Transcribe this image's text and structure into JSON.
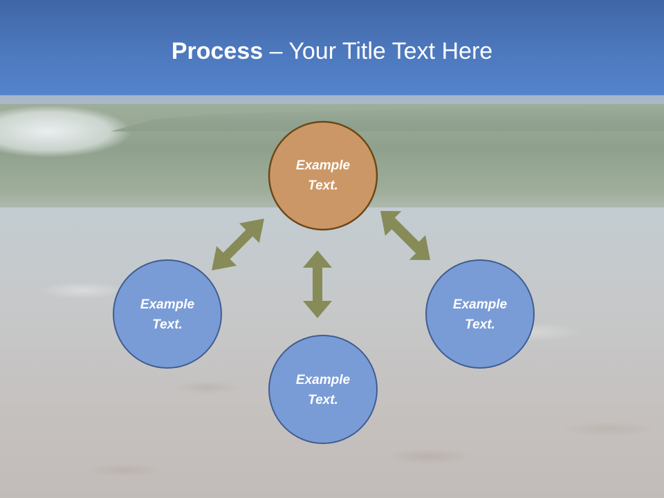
{
  "title": {
    "bold": "Process",
    "separator": " – ",
    "rest": "Your Title Text Here"
  },
  "nodes": {
    "top": {
      "line1": "Example",
      "line2": "Text.",
      "fill": "#cc9766",
      "stroke": "#6b4818"
    },
    "left": {
      "line1": "Example",
      "line2": "Text.",
      "fill": "#7a9cd6",
      "stroke": "#3f5c91"
    },
    "right": {
      "line1": "Example",
      "line2": "Text.",
      "fill": "#7a9cd6",
      "stroke": "#3f5c91"
    },
    "bottom": {
      "line1": "Example",
      "line2": "Text.",
      "fill": "#7a9cd6",
      "stroke": "#3f5c91"
    }
  },
  "colors": {
    "arrow": "#868b58",
    "title_bar": "#4c77bb",
    "title_text": "#ffffff"
  }
}
